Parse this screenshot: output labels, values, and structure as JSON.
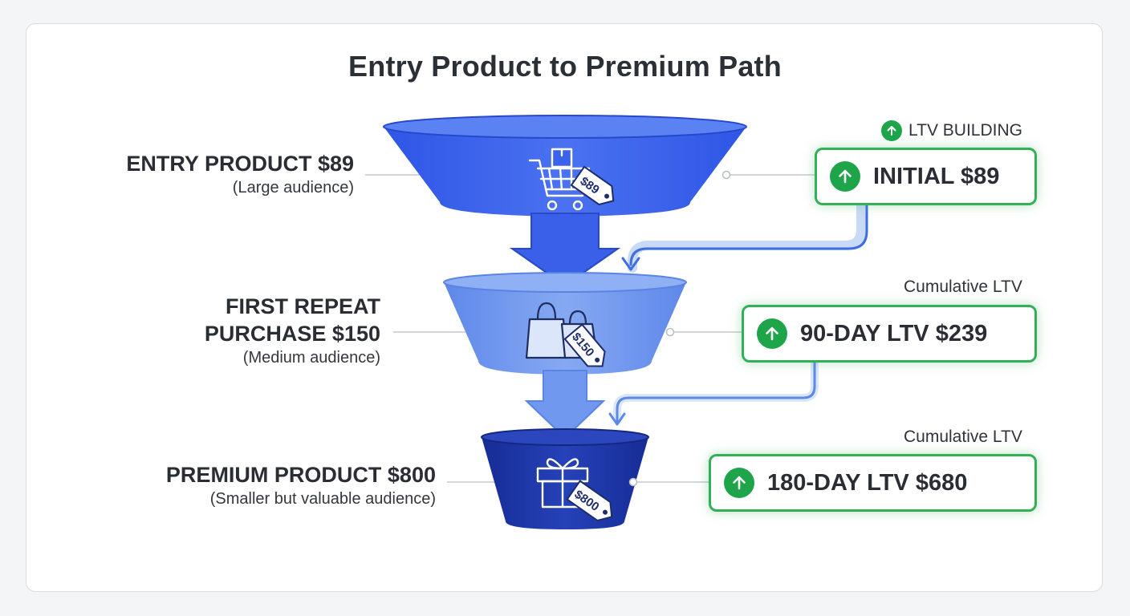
{
  "title": "Entry Product to Premium Path",
  "colors": {
    "stage1": "#3a62ec",
    "stage2": "#6f98ee",
    "stage3": "#1d36a8",
    "accent_green": "#1ea54a",
    "box_border": "#33b057",
    "connector": "#3d73e0"
  },
  "stages": [
    {
      "name": "ENTRY PRODUCT $89",
      "audience": "(Large audience)",
      "tag": "$89",
      "icon": "shopping-cart-icon"
    },
    {
      "name_line1": "FIRST REPEAT",
      "name_line2": "PURCHASE $150",
      "audience": "(Medium audience)",
      "tag": "$150",
      "icon": "shopping-bags-icon"
    },
    {
      "name": "PREMIUM PRODUCT $800",
      "audience": "(Smaller but valuable audience)",
      "tag": "$800",
      "icon": "gift-box-icon"
    }
  ],
  "ltv": [
    {
      "caption": "LTV BUILDING",
      "value": "INITIAL $89",
      "icon": "arrow-up-icon"
    },
    {
      "caption": "Cumulative LTV",
      "value": "90-DAY LTV $239",
      "icon": "arrow-up-icon"
    },
    {
      "caption": "Cumulative LTV",
      "value": "180-DAY LTV $680",
      "icon": "arrow-up-icon"
    }
  ]
}
